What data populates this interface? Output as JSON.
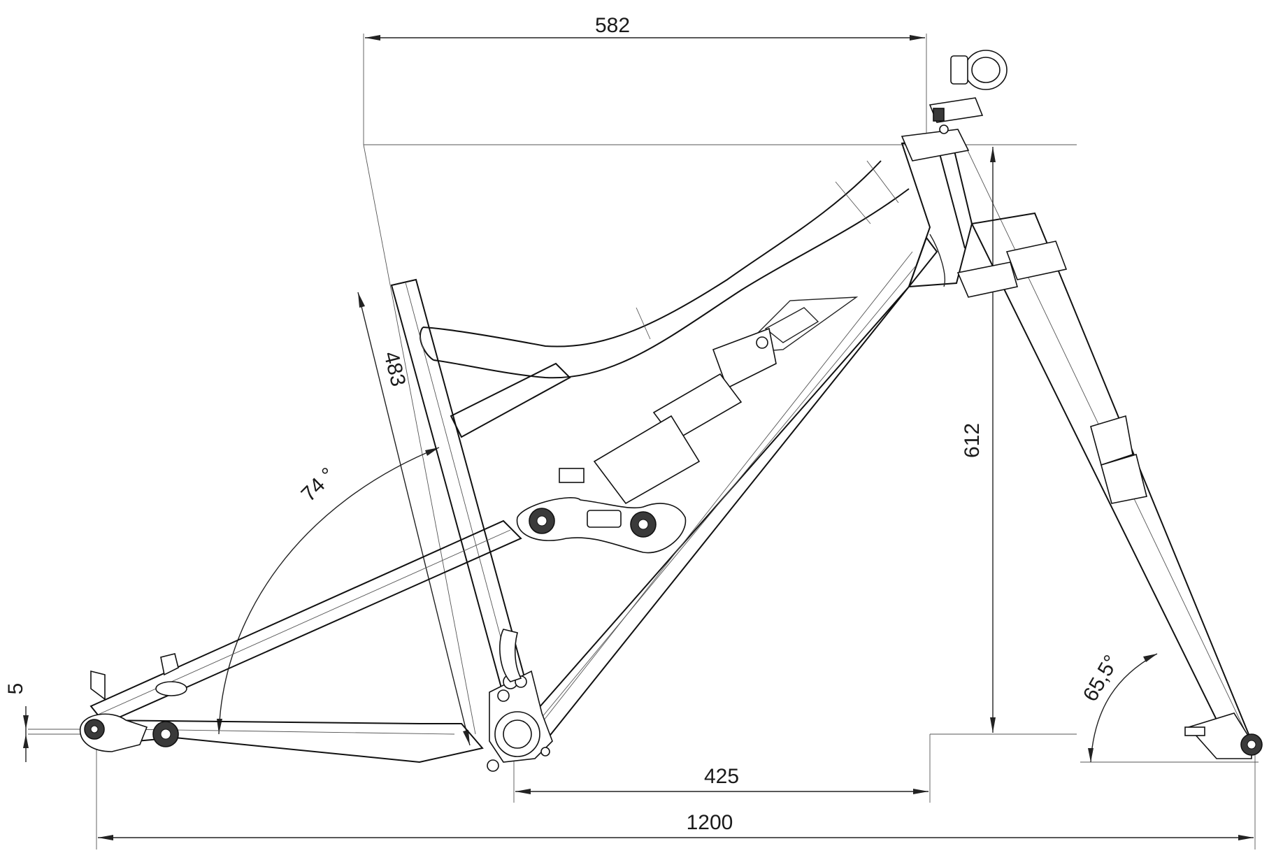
{
  "dimensions": {
    "top_length": "582",
    "seat_tube": "483",
    "stack": "612",
    "seat_angle": "74 °",
    "head_angle": "65,5°",
    "chainstay": "425",
    "wheelbase": "1200",
    "bb_drop": "5"
  },
  "colors": {
    "line": "#222222",
    "background": "#ffffff"
  }
}
